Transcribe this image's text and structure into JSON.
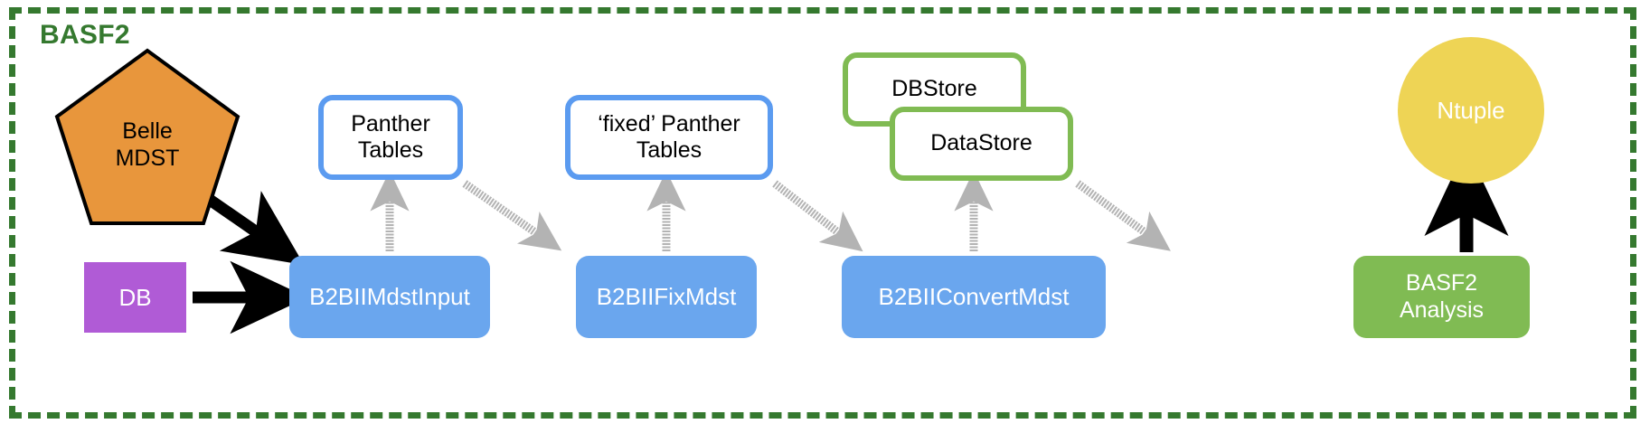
{
  "frame": {
    "title": "BASF2",
    "border_color": "#35792f",
    "style": "dashed"
  },
  "nodes": {
    "belle_mdst": {
      "label": "Belle\nMDST",
      "shape": "pentagon",
      "fill": "#e8963c",
      "stroke": "#000000",
      "text_color": "#000000"
    },
    "db": {
      "label": "DB",
      "shape": "rectangle",
      "fill": "#b05bd6",
      "text_color": "#ffffff"
    },
    "panther_tables": {
      "label": "Panther\nTables",
      "shape": "rounded-rectangle-outline",
      "stroke": "#5b9bf0",
      "fill": "#ffffff",
      "text_color": "#000000"
    },
    "fixed_panther_tables": {
      "label": "‘fixed’ Panther\nTables",
      "shape": "rounded-rectangle-outline",
      "stroke": "#5b9bf0",
      "fill": "#ffffff",
      "text_color": "#000000"
    },
    "dbstore": {
      "label": "DBStore",
      "shape": "rounded-rectangle-outline",
      "stroke": "#80bb53",
      "fill": "#ffffff",
      "text_color": "#000000"
    },
    "datastore": {
      "label": "DataStore",
      "shape": "rounded-rectangle-outline",
      "stroke": "#80bb53",
      "fill": "#ffffff",
      "text_color": "#000000"
    },
    "ntuple": {
      "label": "Ntuple",
      "shape": "circle",
      "fill": "#eed455",
      "text_color": "#ffffff"
    },
    "mdst_input_module": {
      "label": "B2BIIMdstInput",
      "shape": "rounded-rectangle",
      "fill": "#6aa6ee",
      "text_color": "#ffffff"
    },
    "fix_mdst_module": {
      "label": "B2BIIFixMdst",
      "shape": "rounded-rectangle",
      "fill": "#6aa6ee",
      "text_color": "#ffffff"
    },
    "convert_mdst_module": {
      "label": "B2BIIConvertMdst",
      "shape": "rounded-rectangle",
      "fill": "#6aa6ee",
      "text_color": "#ffffff"
    },
    "basf2_analysis": {
      "label": "BASF2\nAnalysis",
      "shape": "rounded-rectangle",
      "fill": "#80bb53",
      "text_color": "#ffffff"
    }
  },
  "edges": [
    {
      "name": "belle-mdst-to-mdst-input",
      "from": "belle_mdst",
      "to": "mdst_input_module",
      "style": "solid",
      "color": "#000000"
    },
    {
      "name": "db-to-mdst-input",
      "from": "db",
      "to": "mdst_input_module",
      "style": "solid",
      "color": "#000000"
    },
    {
      "name": "mdst-input-to-panther-tables",
      "from": "mdst_input_module",
      "to": "panther_tables",
      "style": "sketchy",
      "color": "#b3b3b3"
    },
    {
      "name": "panther-tables-to-fix-mdst",
      "from": "panther_tables",
      "to": "fix_mdst_module",
      "style": "sketchy",
      "color": "#b3b3b3"
    },
    {
      "name": "fix-mdst-to-fixed-panther-tables",
      "from": "fix_mdst_module",
      "to": "fixed_panther_tables",
      "style": "sketchy",
      "color": "#b3b3b3"
    },
    {
      "name": "fixed-panther-tables-to-convert-mdst",
      "from": "fixed_panther_tables",
      "to": "convert_mdst_module",
      "style": "sketchy",
      "color": "#b3b3b3"
    },
    {
      "name": "convert-mdst-to-datastore",
      "from": "convert_mdst_module",
      "to": "datastore",
      "style": "sketchy",
      "color": "#b3b3b3"
    },
    {
      "name": "datastore-to-basf2-analysis",
      "from": "datastore",
      "to": "basf2_analysis",
      "style": "sketchy",
      "color": "#b3b3b3"
    },
    {
      "name": "basf2-analysis-to-ntuple",
      "from": "basf2_analysis",
      "to": "ntuple",
      "style": "solid",
      "color": "#000000"
    }
  ]
}
